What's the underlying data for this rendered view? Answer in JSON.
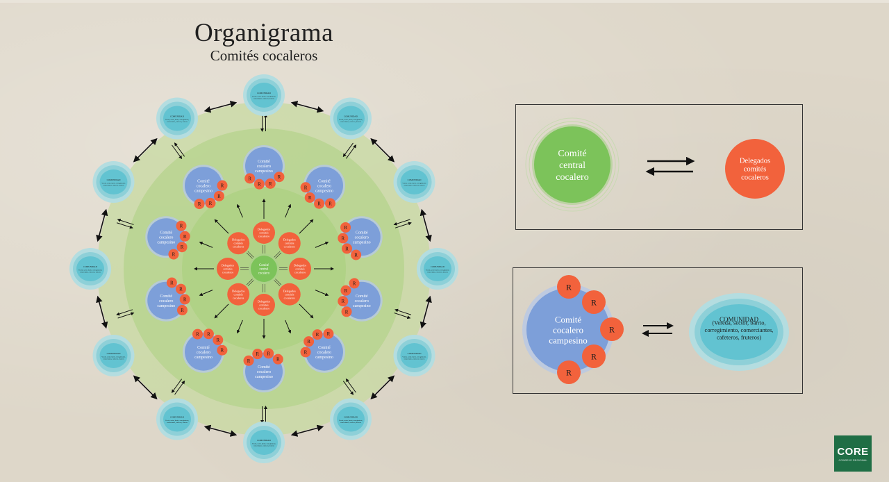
{
  "title": "Organigrama",
  "subtitle": "Comités cocaleros",
  "labels": {
    "central": "Comité central cocalero",
    "delegates": "Delegados comités cocaleros",
    "committee": "Comité cocalero campesino",
    "representative": "R",
    "community_title": "COMUNIDAD",
    "community_desc": "(Vereda, sector, barrio, corregimiento, comerciantes, cafeteros, fruteros)"
  },
  "legend": {
    "box1": {
      "central": "Comité central cocalero",
      "delegates": "Delegados comités cocaleros"
    },
    "box2": {
      "committee": "Comité cocalero campesino",
      "rep": "R",
      "community_title": "COMUNIDAD",
      "community_desc": "(Vereda, sector, barrio, corregimiento, comerciantes, cafeteros, fruteros)"
    }
  },
  "logo": {
    "name": "CORE",
    "tagline": "CONSEJO REGIONAL"
  },
  "colors": {
    "green": "#7cc35a",
    "red": "#f2623c",
    "blue": "#7d9fd9",
    "teal": "#5fc6d2",
    "ring_light": "#c7d9a0",
    "ring_mid": "#b4d38a"
  }
}
